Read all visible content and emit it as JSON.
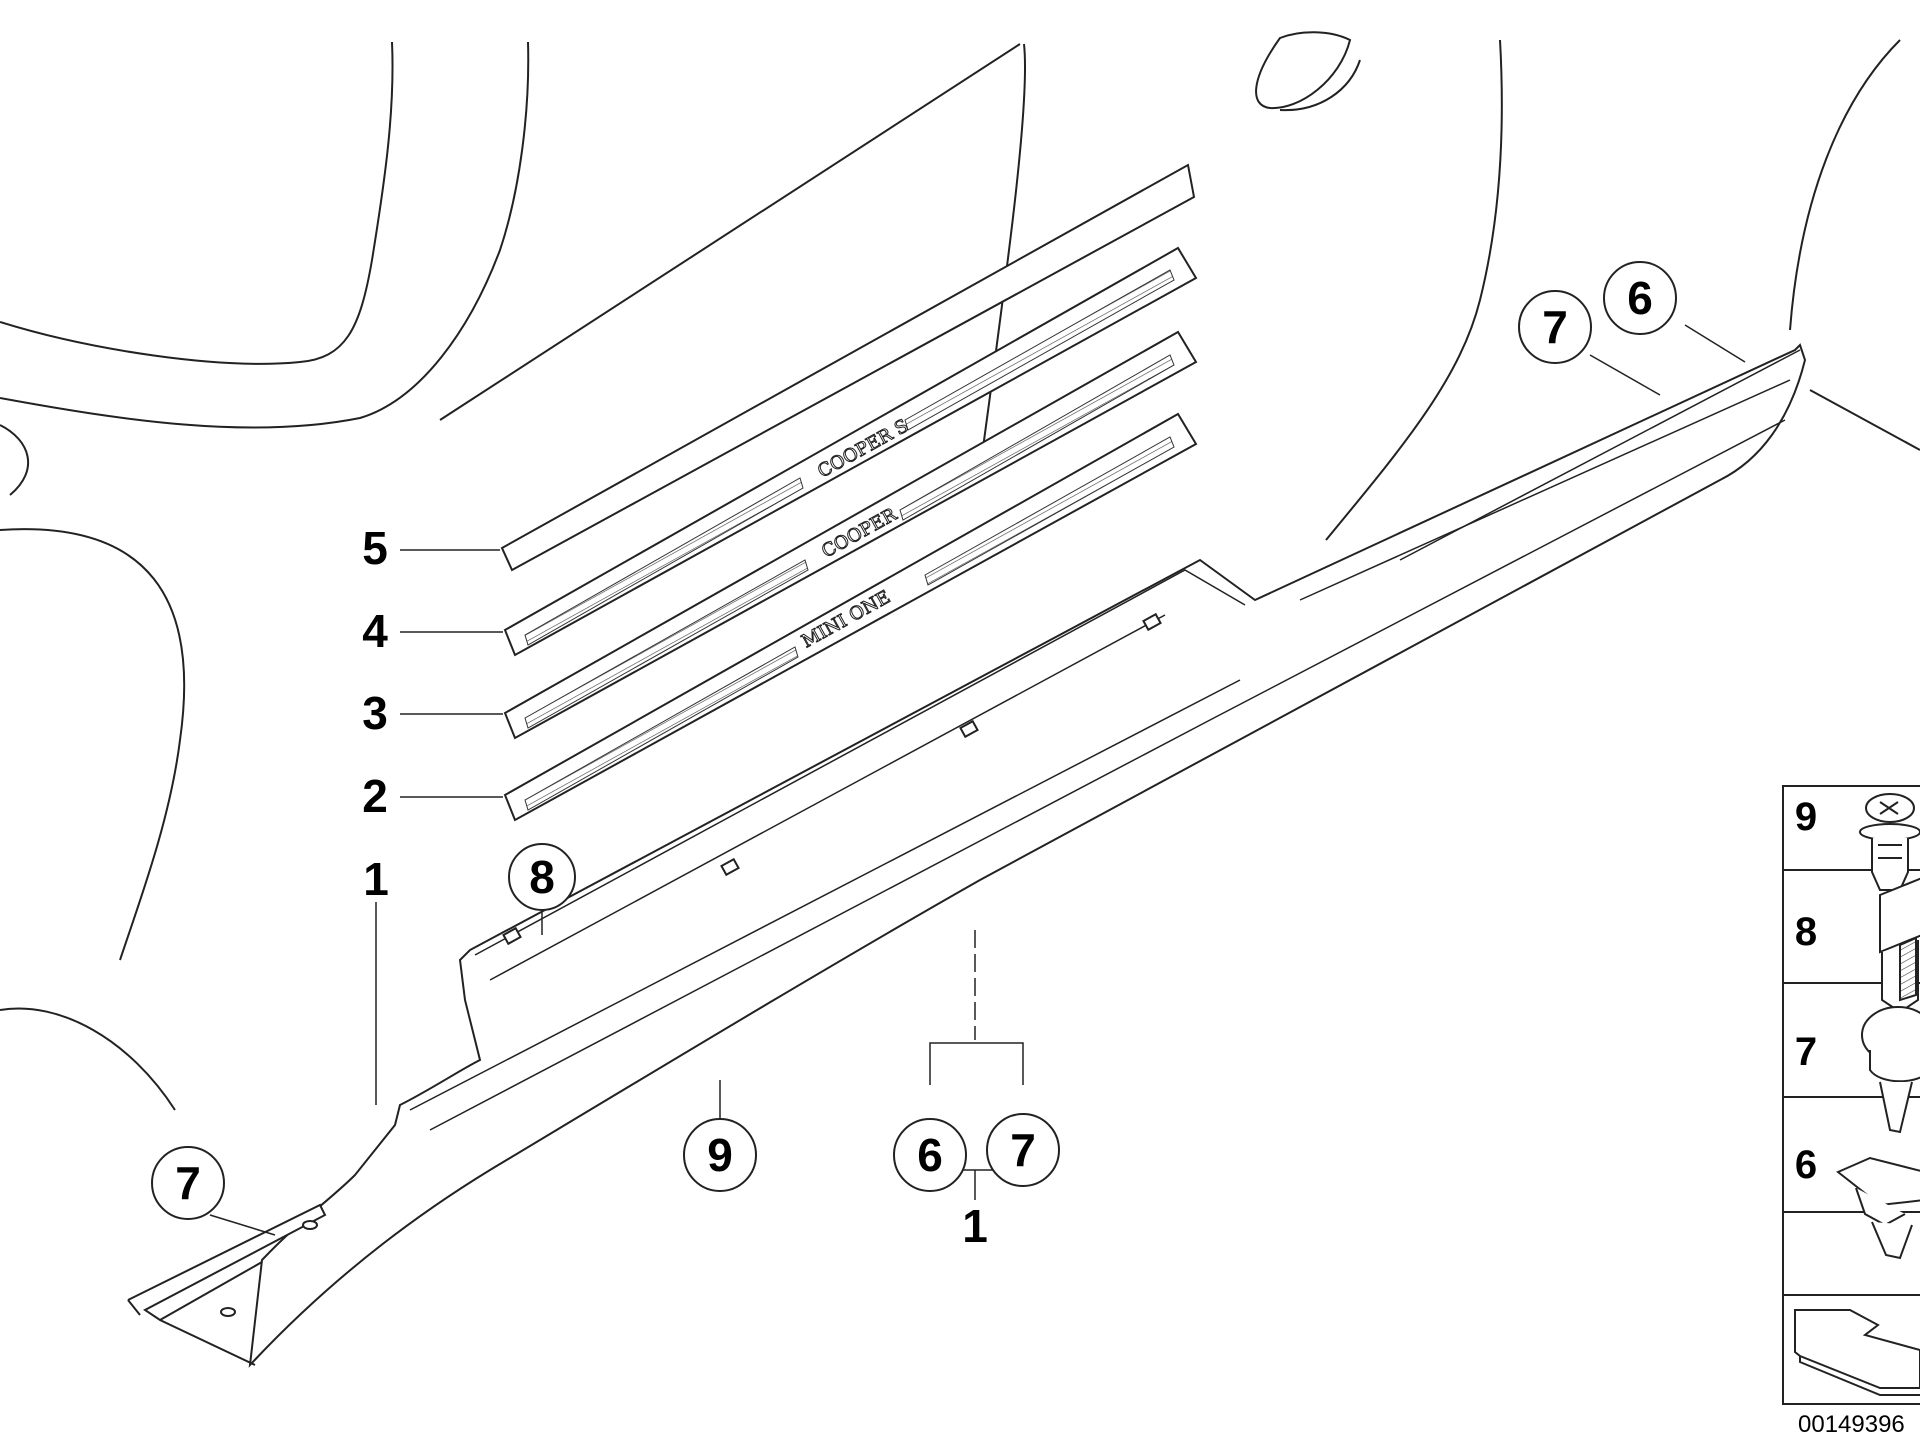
{
  "diagram": {
    "sill_labels": {
      "cooper_s": "COOPER S",
      "cooper": "COOPER",
      "mini_one": "MINI ONE"
    },
    "callouts": {
      "label_5": "5",
      "label_4": "4",
      "label_3": "3",
      "label_2": "2",
      "label_1_left": "1",
      "label_1_bottom": "1",
      "circle_8": "8",
      "circle_9": "9",
      "circle_6_bottom": "6",
      "circle_7_bottom": "7",
      "circle_7_left": "7",
      "circle_7_top": "7",
      "circle_6_top": "6"
    },
    "legend": {
      "item_9": "9",
      "item_8": "8",
      "item_7": "7",
      "item_6": "6"
    },
    "document_number": "00149396"
  }
}
